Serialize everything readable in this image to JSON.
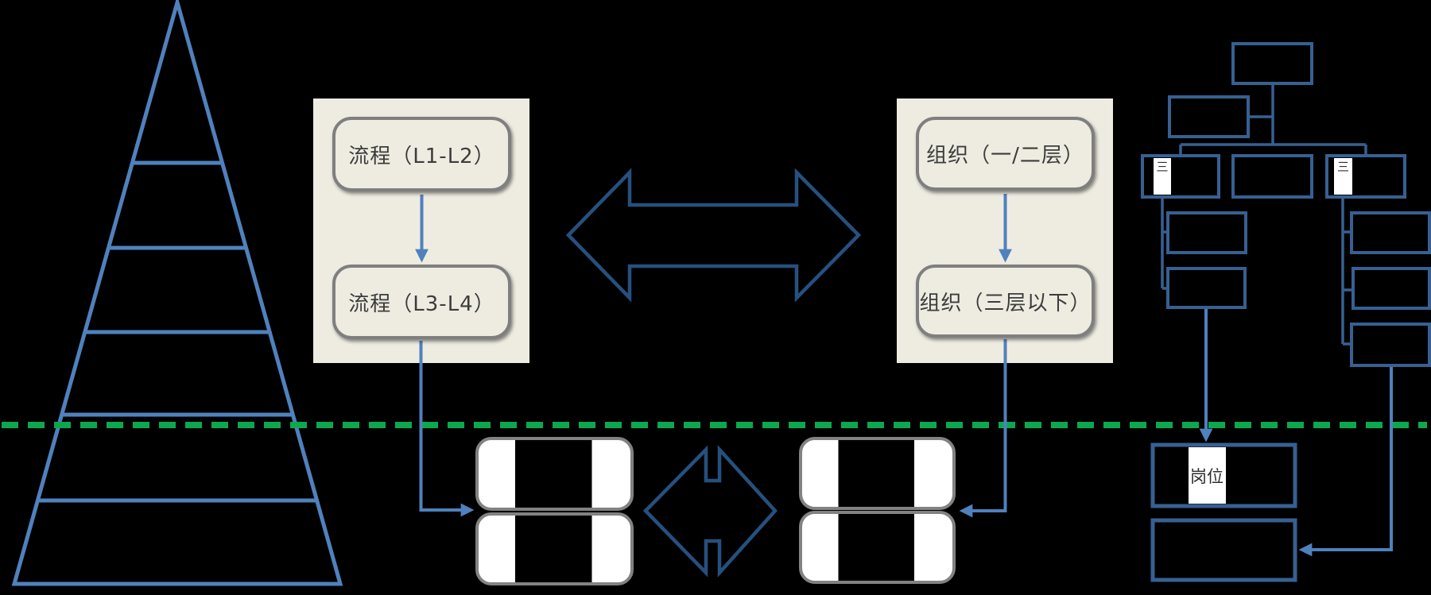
{
  "process_panel": {
    "top_label": "流程（L1-L2）",
    "bottom_label": "流程（L3-L4）"
  },
  "org_panel": {
    "top_label": "组织（一/二层）",
    "bottom_label": "组织（三层以下）"
  },
  "org_chart": {
    "left_strip_text": "三",
    "right_strip_text": "三"
  },
  "bottom_right": {
    "position_label": "岗位"
  },
  "colors": {
    "accent_blue": "#4f81bd",
    "navy_outline": "#26507e",
    "org_box_blue": "#376092",
    "panel_beige": "#eeece1",
    "box_border_gray": "#7f7f7f",
    "divider_green": "#0ca850",
    "background": "#000000"
  }
}
